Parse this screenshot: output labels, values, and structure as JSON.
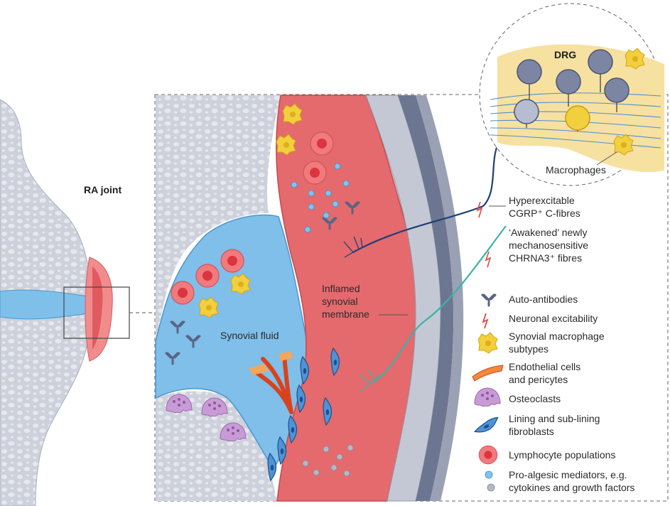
{
  "joint": {
    "title": "RA joint"
  },
  "drg": {
    "title": "DRG",
    "macrophages_label": "Macrophages"
  },
  "panel": {
    "synovial_fluid": "Synovial fluid",
    "inflamed_line1": "Inflamed",
    "inflamed_line2": "synovial",
    "inflamed_line3": "membrane"
  },
  "fibres": {
    "hyper_line1": "Hyperexcitable",
    "hyper_line2": "CGRP⁺ C-fibres",
    "awake_line1": "‘Awakened’ newly",
    "awake_line2": "mechanosensitive",
    "awake_line3": "CHRNA3⁺ fibres"
  },
  "legend": [
    {
      "icon": "antibody-icon",
      "lines": [
        "Auto-antibodies"
      ]
    },
    {
      "icon": "lightning-icon",
      "lines": [
        "Neuronal excitability"
      ]
    },
    {
      "icon": "macrophage-icon",
      "lines": [
        "Synovial macrophage",
        "subtypes"
      ]
    },
    {
      "icon": "endothelial-icon",
      "lines": [
        "Endothelial cells",
        "and pericytes"
      ]
    },
    {
      "icon": "osteoclast-icon",
      "lines": [
        "Osteoclasts"
      ]
    },
    {
      "icon": "fibroblast-icon",
      "lines": [
        "Lining and sub-lining",
        "fibroblasts"
      ]
    },
    {
      "icon": "lymphocyte-icon",
      "lines": [
        "Lymphocyte populations"
      ]
    },
    {
      "icon": "mediator-icon",
      "lines": [
        "Pro-algesic mediators, e.g.",
        "cytokines and growth factors"
      ]
    }
  ],
  "colors": {
    "synovium": "#e2686a",
    "fluid": "#6fb6e3",
    "bone": "#c9ccd6",
    "macrophage": "#f2cf3c",
    "c_fibre": "#1f3f78",
    "chrna3_fibre": "#3bb3a8",
    "drg_bg": "#f6e1a0"
  }
}
